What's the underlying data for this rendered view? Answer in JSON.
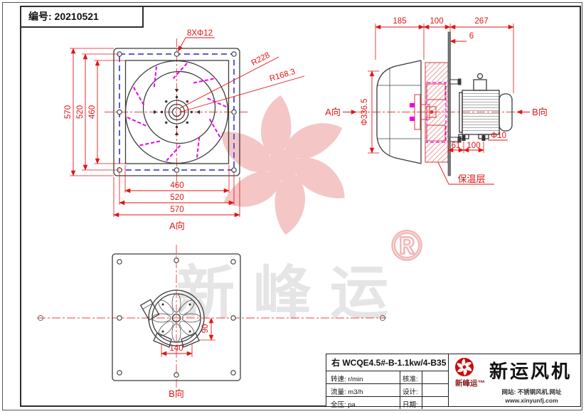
{
  "doc_number": "编号: 20210521",
  "front_view": {
    "hole_callout": "8XΦ12",
    "radius_outer": "R228",
    "radius_inner": "R168.3",
    "dim_left_outer": "570",
    "dim_left_mid": "520",
    "dim_left_inner": "460",
    "dim_bottom_inner": "460",
    "dim_bottom_mid": "520",
    "dim_bottom_outer": "570",
    "view_label": "A向"
  },
  "side_view": {
    "dim_185": "185",
    "dim_100_top": "100",
    "dim_267": "267",
    "dim_6": "6",
    "dia_impeller": "Φ336.5",
    "view_left": "A向",
    "view_right": "B向",
    "dia_bolt": "Φ10",
    "dim_61": "61",
    "dim_100_bottom": "100",
    "insulation_label": "保温层"
  },
  "bottom_view": {
    "dim_140": "140",
    "dim_90": "90",
    "view_label": "B向"
  },
  "title_block": {
    "model": "右  WCQE4.5#-B-1.1kw/4-B35",
    "rows": [
      {
        "param": "转速: r/min",
        "approve": "核准:"
      },
      {
        "param": "流量: m3/h",
        "approve": "设计:"
      },
      {
        "param": "全压: pa",
        "approve": "日期:"
      }
    ],
    "company": {
      "brand_small": "新峰运™",
      "brand_large": "新运风机",
      "website_line1": "网站: 不锈钢风机.网址",
      "website_line2": "www.xinyunfj.com"
    }
  },
  "watermark": {
    "brand": "新峰运",
    "registered": "®"
  },
  "colors": {
    "dimension_red": "#e21515",
    "centerline_red": "#ef4040",
    "blade_magenta": "#ee00ee",
    "bolt_square_blue": "#5c5cdc",
    "logo_red": "#cc0a0a",
    "watermark_pink": "#f4c6c6",
    "watermark_gray": "#e5e5e5"
  }
}
